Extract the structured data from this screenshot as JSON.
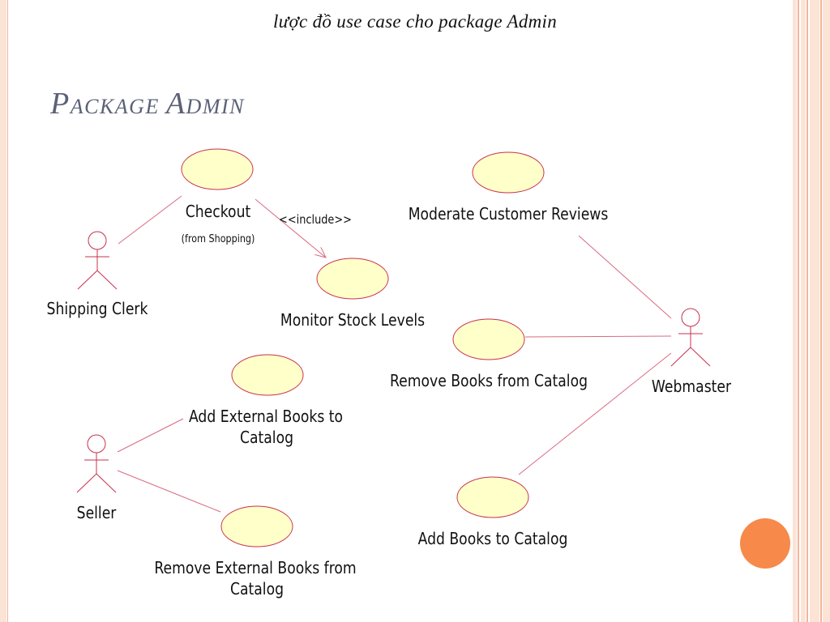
{
  "slide": {
    "subtitle": "lược đồ use case cho package Admin",
    "title_first_initial": "P",
    "title_first_rest": "ACKAGE",
    "title_second_initial": "A",
    "title_second_rest": "DMIN"
  },
  "colors": {
    "actor_stroke": "#c9304d",
    "line": "#d96a82",
    "ellipse_fill": "#ffffc9",
    "ellipse_stroke": "#c9304d",
    "title": "#5a6177",
    "frame_orange": "#f7894a",
    "frame_light": "#fbe3d6",
    "frame_mid": "#f2b49a"
  },
  "actors": {
    "shipping_clerk": "Shipping Clerk",
    "seller": "Seller",
    "webmaster": "Webmaster"
  },
  "use_cases": {
    "checkout": "Checkout",
    "checkout_note": "(from Shopping)",
    "monitor_stock": "Monitor Stock Levels",
    "moderate_reviews": "Moderate Customer Reviews",
    "remove_books": "Remove Books from Catalog",
    "add_external_line1": "Add External Books to",
    "add_external_line2": "Catalog",
    "remove_external_line1": "Remove External Books from",
    "remove_external_line2": "Catalog",
    "add_books": "Add Books to Catalog"
  },
  "relations": {
    "include_label": "<<include>>"
  }
}
